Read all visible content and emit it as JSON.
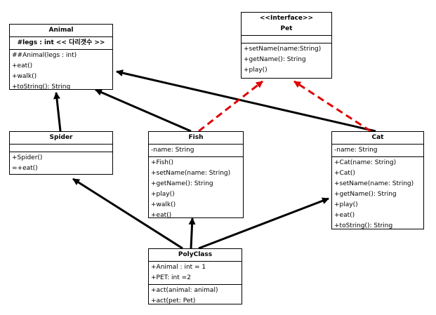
{
  "animal": {
    "name": "Animal",
    "attributes": [
      "#legs : int << 다리갯수 >>"
    ],
    "operations": [
      "##Animal(legs : int)",
      "+eat()",
      "+walk()",
      "+toString(): String"
    ]
  },
  "pet": {
    "stereotype": "<<Interface>>",
    "name": "Pet",
    "operations": [
      "+setName(name:String)",
      "+getName(): String",
      "+play()"
    ]
  },
  "spider": {
    "name": "Spider",
    "operations": [
      "+Spider()",
      "=+eat()"
    ]
  },
  "fish": {
    "name": "Fish",
    "attributes": [
      "-name: String"
    ],
    "operations": [
      "+Fish()",
      "+setName(name: String)",
      "+getName(): String",
      "+play()",
      "+walk()",
      "+eat()"
    ]
  },
  "cat": {
    "name": "Cat",
    "attributes": [
      "-name: String"
    ],
    "operations": [
      "+Cat(name: String)",
      "+Cat()",
      "+setName(name: String)",
      "+getName(): String",
      "+play()",
      "+eat()",
      "+toString(): String"
    ]
  },
  "polyclass": {
    "name": "PolyClass",
    "attributes": [
      "+Animal : int = 1",
      "+PET: int =2"
    ],
    "operations": [
      "+act(animal: animal)",
      "+act(pet: Pet)"
    ]
  },
  "colors": {
    "inheritance": "#000000",
    "realization": "#e00000"
  }
}
